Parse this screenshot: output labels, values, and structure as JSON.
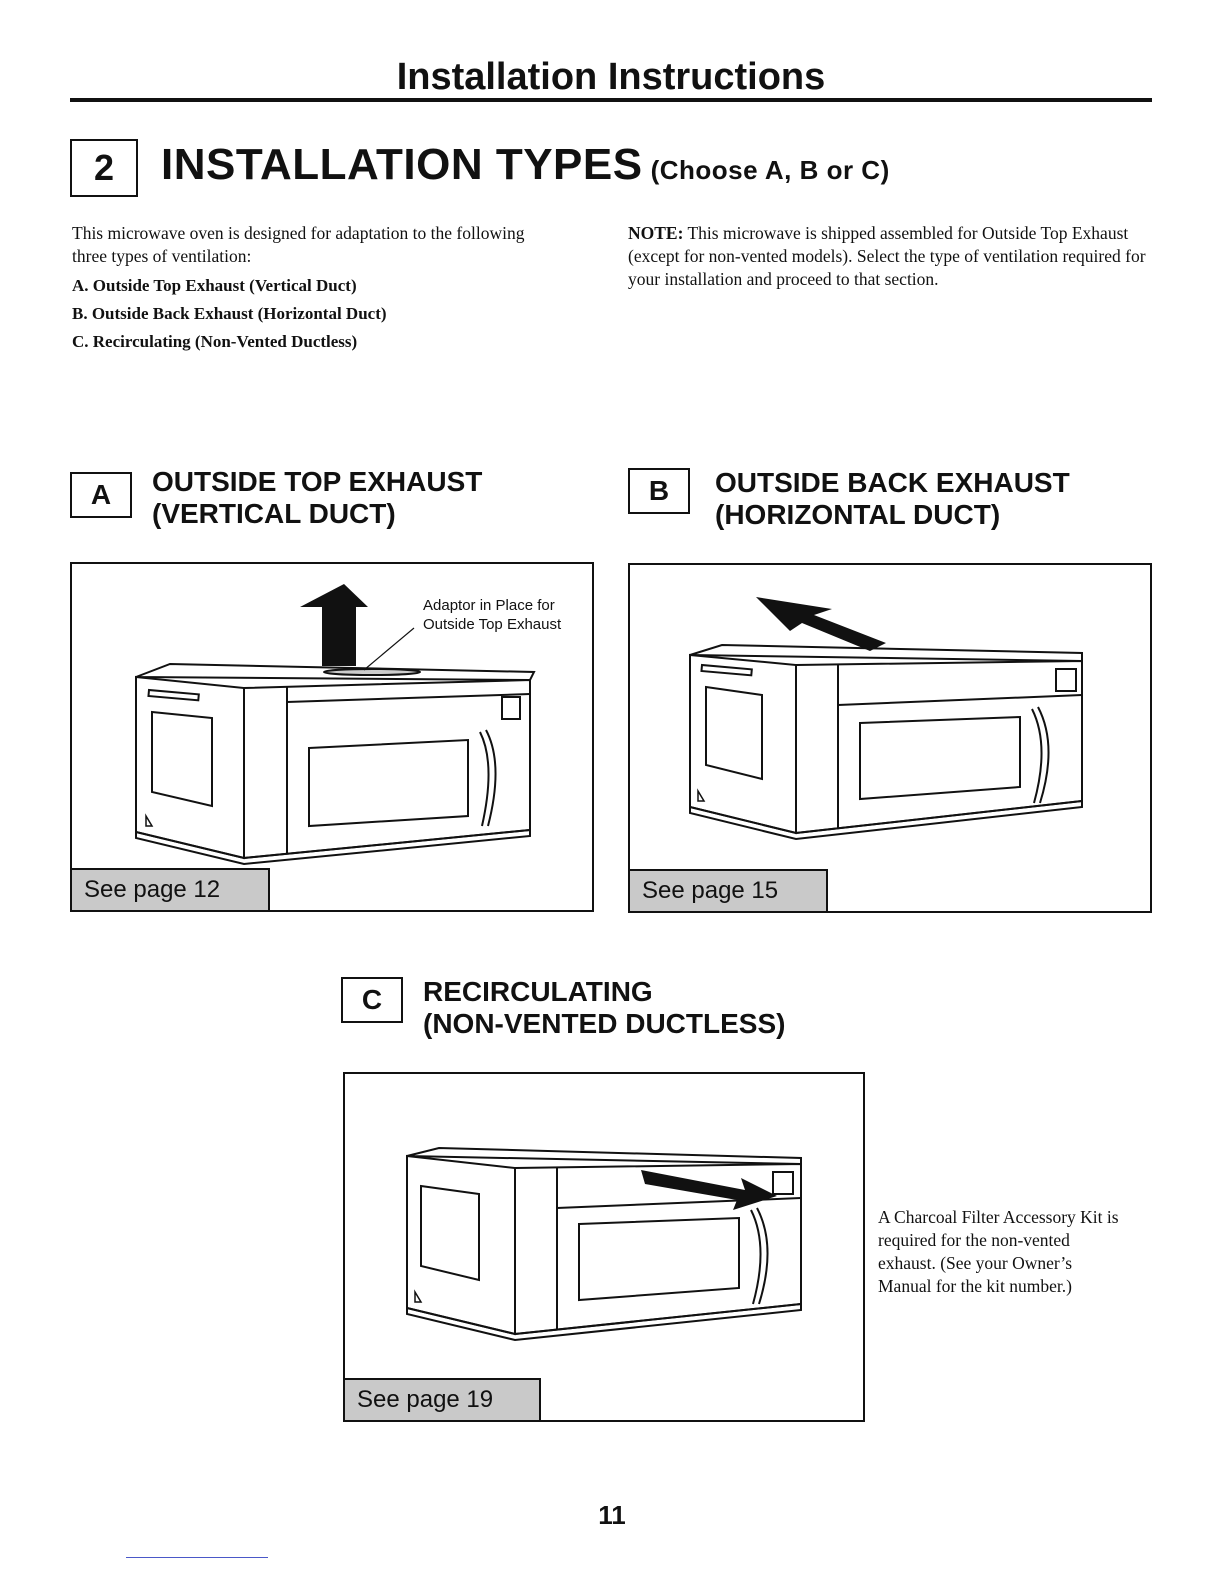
{
  "header": {
    "title": "Installation Instructions"
  },
  "section": {
    "number": "2",
    "title": "INSTALLATION TYPES",
    "subtitle": "(Choose A, B or C)"
  },
  "intro": {
    "text": "This microwave oven is designed for adaptation to the following three types of ventilation:",
    "types": [
      "A. Outside Top Exhaust (Vertical Duct)",
      "B. Outside Back Exhaust (Horizontal Duct)",
      "C. Recirculating (Non-Vented Ductless)"
    ]
  },
  "note": {
    "label": "NOTE:",
    "text": " This microwave is shipped assembled for Outside Top Exhaust (except for non-vented models). Select the type of ventilation required for your installation and proceed to that section."
  },
  "options": {
    "a": {
      "letter": "A",
      "title_line1": "OUTSIDE TOP EXHAUST",
      "title_line2": "(VERTICAL DUCT)",
      "see_page": "See page 12",
      "callout_line1": "Adaptor in Place for",
      "callout_line2": "Outside Top Exhaust"
    },
    "b": {
      "letter": "B",
      "title_line1": "OUTSIDE BACK EXHAUST",
      "title_line2": "(HORIZONTAL DUCT)",
      "see_page": "See page 15"
    },
    "c": {
      "letter": "C",
      "title_line1": "RECIRCULATING",
      "title_line2": "(NON-VENTED DUCTLESS)",
      "see_page": "See page 19",
      "filter_note": "A Charcoal Filter Accessory Kit is required for the non-vented exhaust. (See your Owner’s Manual for the kit number.)"
    }
  },
  "footer": {
    "page_number": "11"
  }
}
